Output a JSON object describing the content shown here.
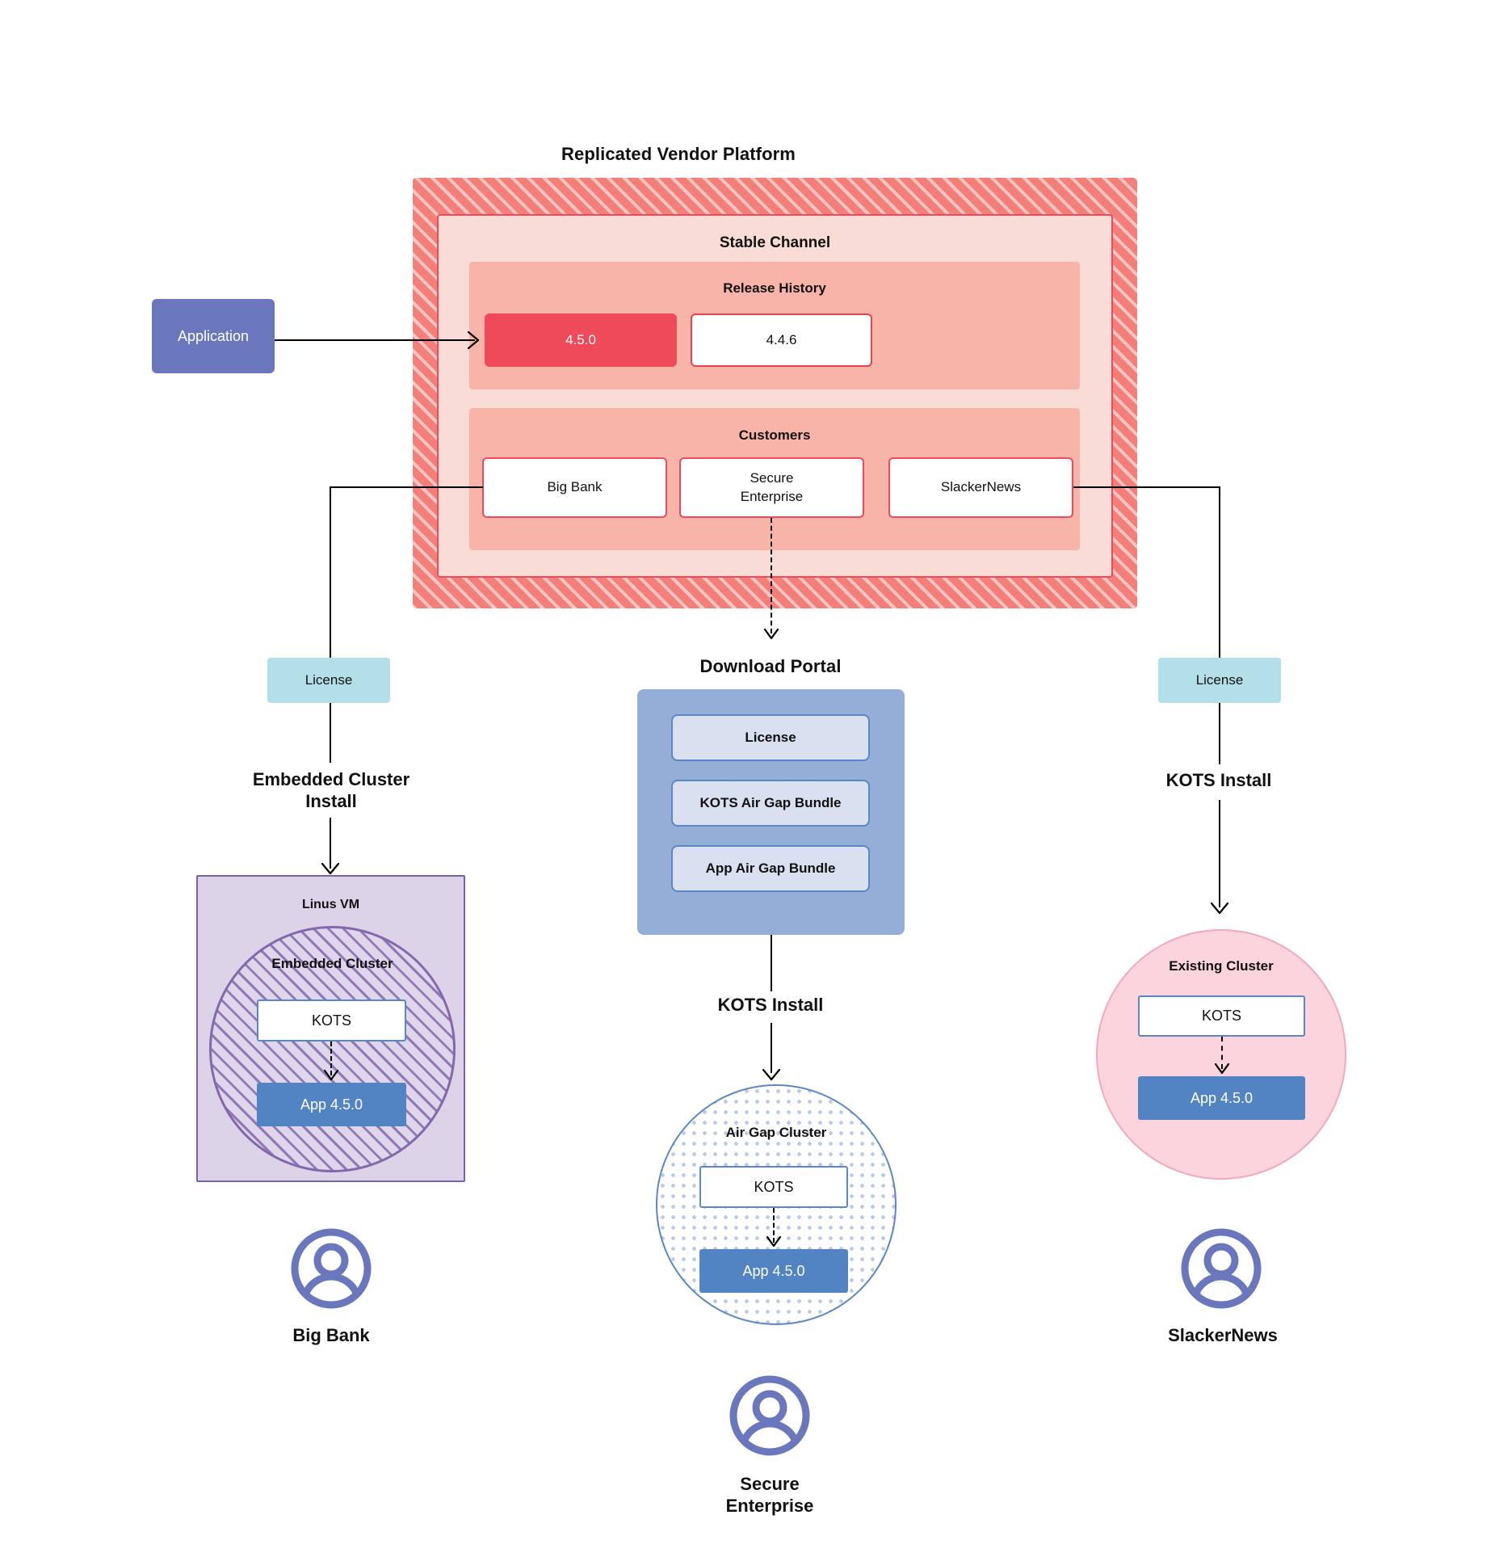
{
  "diagram": {
    "title": "Replicated Vendor Platform",
    "application": {
      "label": "Application"
    },
    "vendor_platform": {
      "channel_title": "Stable Channel",
      "release_history": {
        "title": "Release History",
        "releases": [
          {
            "version": "4.5.0",
            "state": "current"
          },
          {
            "version": "4.4.6",
            "state": "previous"
          }
        ]
      },
      "customers_panel": {
        "title": "Customers",
        "customers": [
          {
            "name": "Big Bank"
          },
          {
            "name": "Secure\nEnterprise",
            "line1": "Secure",
            "line2": "Enterprise"
          },
          {
            "name": "SlackerNews"
          }
        ]
      }
    },
    "left_flow": {
      "license_label": "License",
      "install_label_line1": "Embedded Cluster",
      "install_label_line2": "Install",
      "vm_title": "Linus VM",
      "cluster_title": "Embedded Cluster",
      "kots_label": "KOTS",
      "app_label": "App 4.5.0",
      "customer_label": "Big Bank",
      "avatar_icon": "user-avatar-icon"
    },
    "center_flow": {
      "portal_title": "Download  Portal",
      "portal_items": [
        {
          "label": "License"
        },
        {
          "label": "KOTS Air Gap Bundle"
        },
        {
          "label": "App Air Gap Bundle"
        }
      ],
      "install_label": "KOTS Install",
      "cluster_title": "Air Gap Cluster",
      "kots_label": "KOTS",
      "app_label": "App 4.5.0",
      "customer_label_line1": "Secure",
      "customer_label_line2": "Enterprise",
      "avatar_icon": "user-avatar-icon"
    },
    "right_flow": {
      "license_label": "License",
      "install_label": "KOTS Install",
      "cluster_title": "Existing Cluster",
      "kots_label": "KOTS",
      "app_label": "App 4.5.0",
      "customer_label": "SlackerNews",
      "avatar_icon": "user-avatar-icon"
    },
    "colors": {
      "platform_hatch": "#f47f78",
      "channel_bg": "#fadcd7",
      "panel_bg": "#f8b4a8",
      "release_current": "#ef4a5a",
      "accent_red": "#ef4a5a",
      "application_purple": "#6b77bd",
      "license_teal": "#b3dfe8",
      "portal_blue": "#94aed8",
      "portal_item": "#dbe0f1",
      "vm_purple": "#dcd3e8",
      "cluster_purple_stroke": "#8468ad",
      "airgap_stroke": "#5b87c7",
      "existing_pink": "#fbd4dd",
      "app_blue": "#5283c3"
    }
  }
}
